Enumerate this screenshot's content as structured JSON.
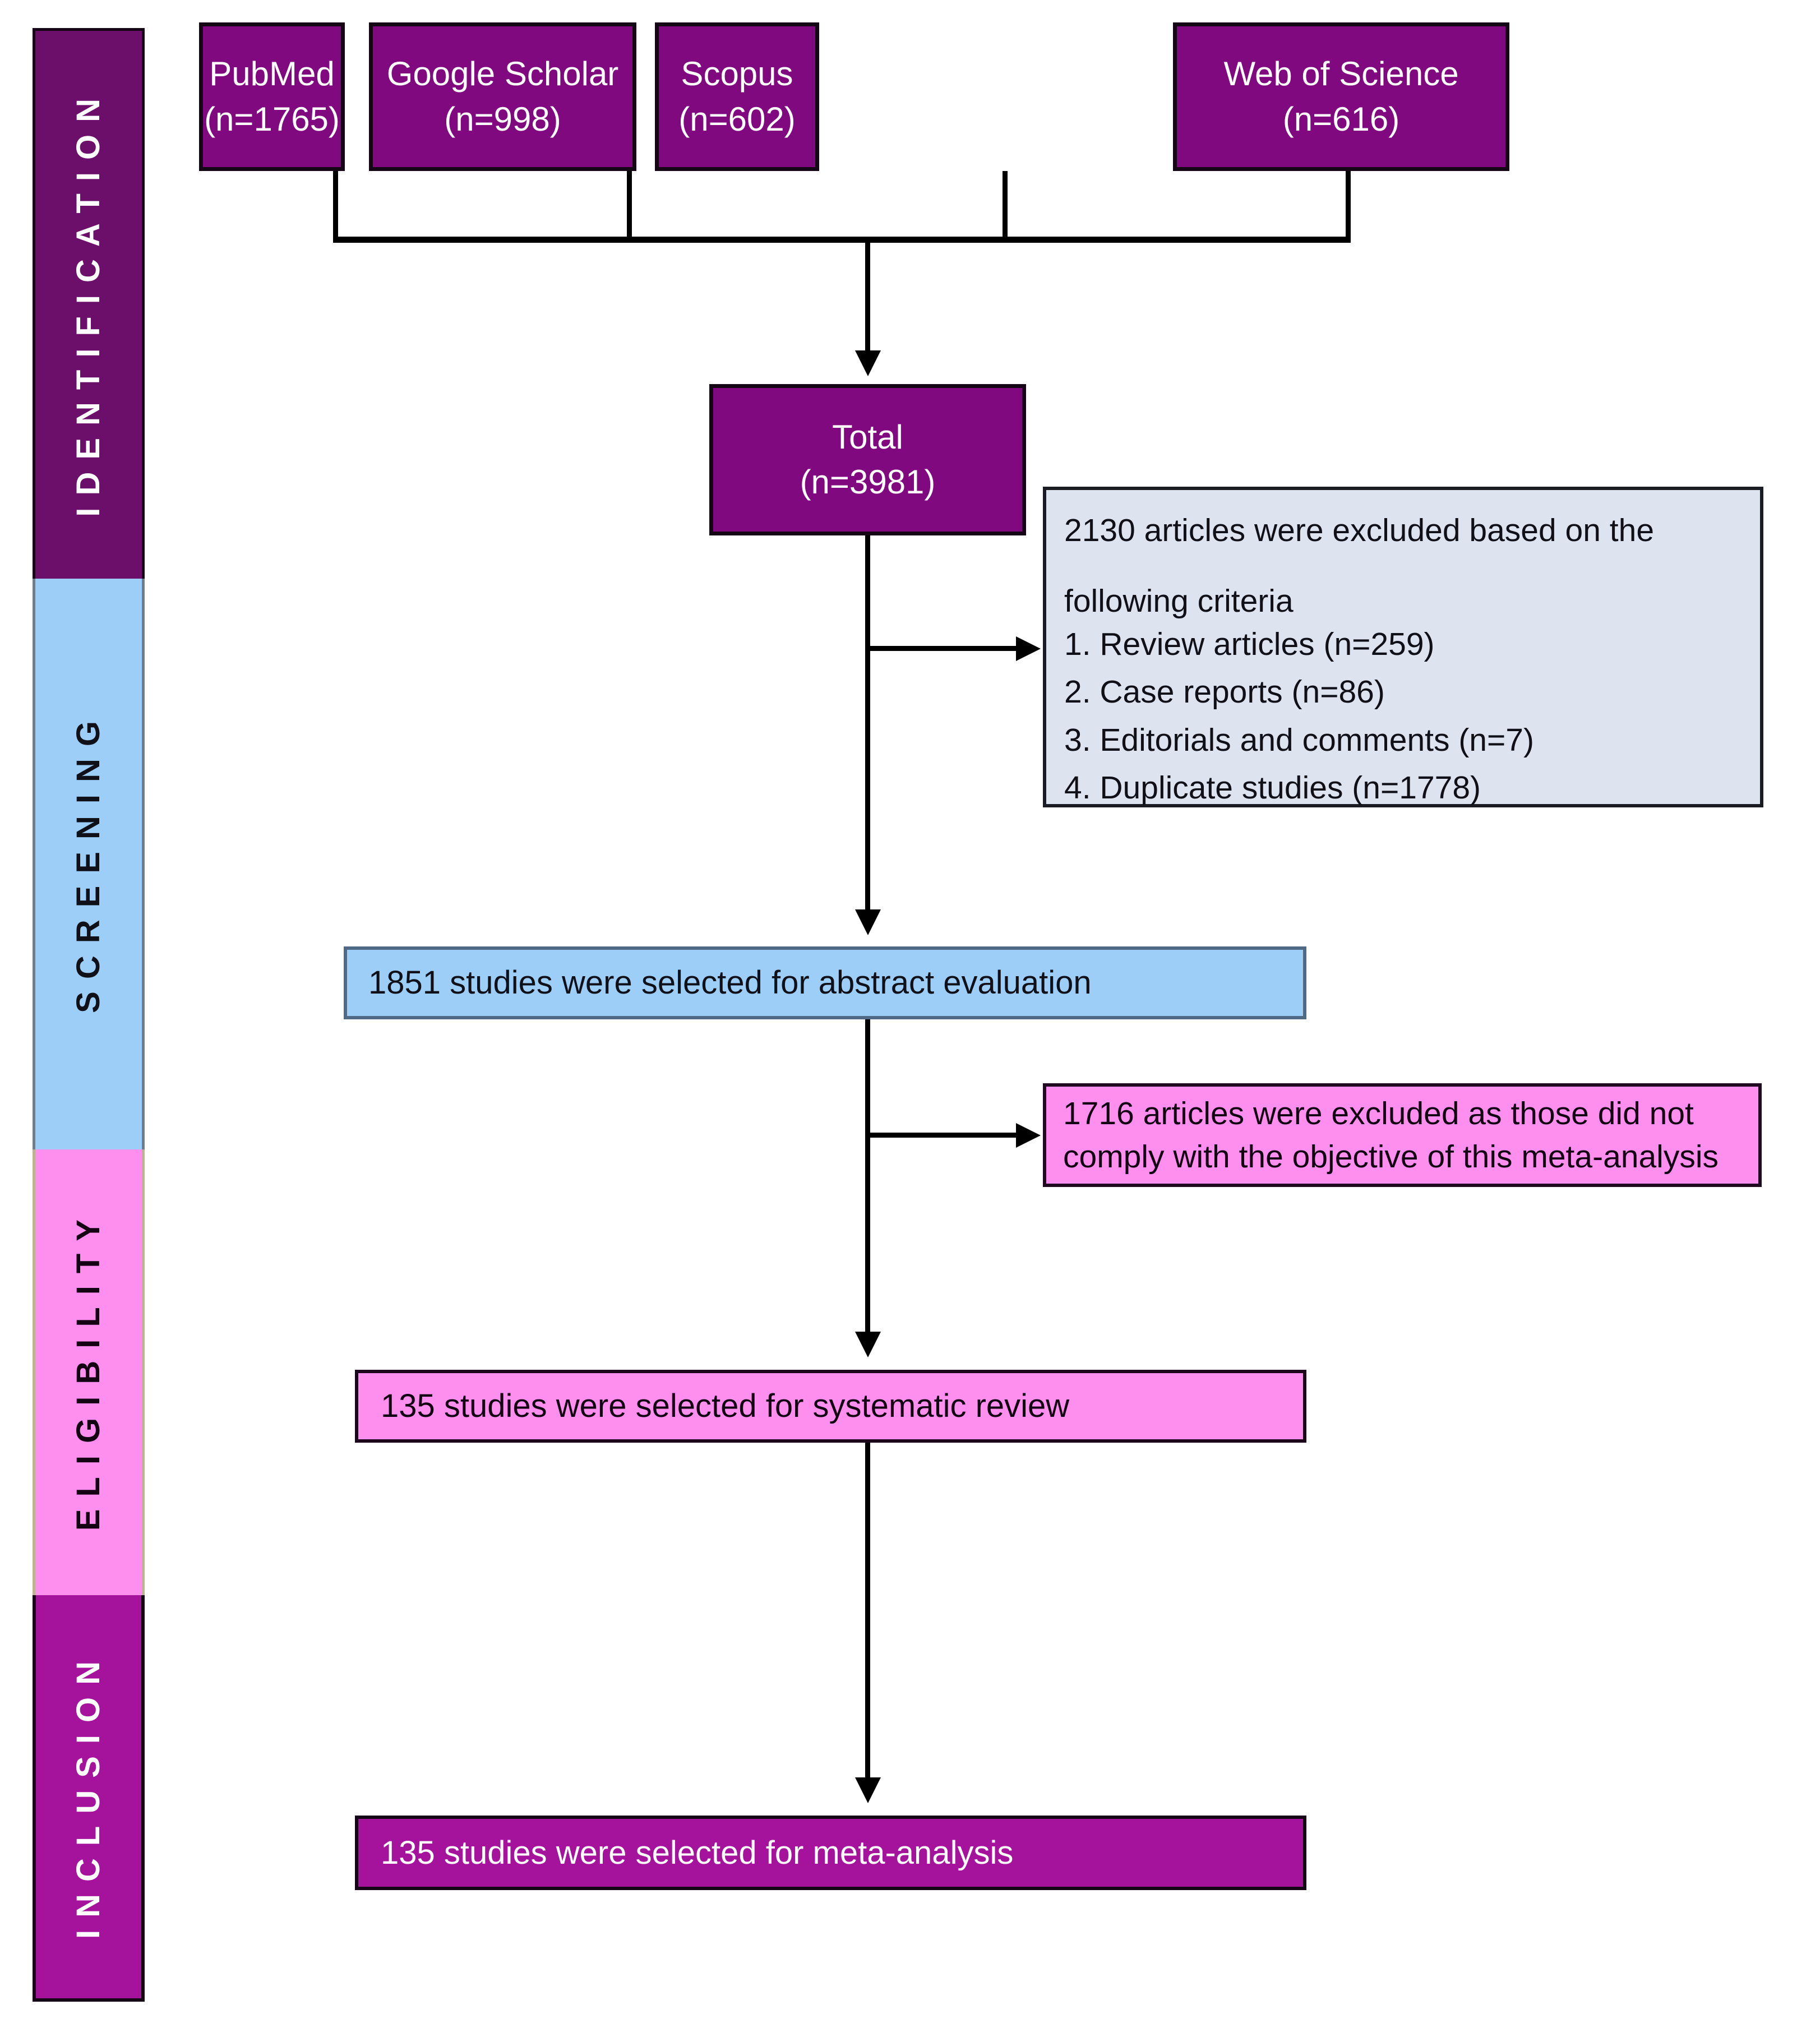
{
  "diagram": {
    "title": "PRISMA flow diagram of study selection",
    "colors": {
      "identification_bar": "#6B0F6B",
      "screening_bar": "#9CCEF8",
      "eligibility_bar": "#FF8FEF",
      "inclusion_bar": "#A5129C",
      "source_box": "#80097F",
      "total_box": "#80097F",
      "exclusion_criteria_box": "#DDE4F0",
      "abstract_box": "#9CCEF8",
      "exclusion_objective_box": "#FF8FEF",
      "systematic_box": "#FF8FEF",
      "meta_box": "#A5129C",
      "connector": "#000000"
    }
  },
  "phases": [
    {
      "id": "identification",
      "label": "IDENTIFICATION"
    },
    {
      "id": "screening",
      "label": "SCREENING"
    },
    {
      "id": "eligibility",
      "label": "ELIGIBILITY"
    },
    {
      "id": "inclusion",
      "label": "INCLUSION"
    }
  ],
  "sources": [
    {
      "name": "PubMed",
      "count": "(n=1765)",
      "n": 1765
    },
    {
      "name": "Google Scholar",
      "count": "(n=998)",
      "n": 998
    },
    {
      "name": "Scopus",
      "count": "(n=602)",
      "n": 602
    },
    {
      "name": "Web of Science",
      "count": "(n=616)",
      "n": 616
    }
  ],
  "total": {
    "label": "Total",
    "count": "(n=3981)",
    "n": 3981
  },
  "exclusion_criteria": {
    "heading_line1": "2130 articles were excluded based on the",
    "heading_line2": "following criteria",
    "excluded_n": 2130,
    "items": [
      {
        "text": "1. Review articles (n=259)",
        "n": 259
      },
      {
        "text": "2. Case reports (n=86)",
        "n": 86
      },
      {
        "text": "3. Editorials and comments (n=7)",
        "n": 7
      },
      {
        "text": "4. Duplicate studies (n=1778)",
        "n": 1778
      }
    ]
  },
  "abstract_stage": {
    "text": "1851 studies were selected for abstract evaluation",
    "n": 1851
  },
  "exclusion_objective": {
    "line1": "1716 articles were excluded as those did not",
    "line2": "comply with the objective of this meta-analysis",
    "n": 1716
  },
  "systematic_review": {
    "text": "135 studies were selected for systematic review",
    "n": 135
  },
  "meta_analysis": {
    "text": "135 studies were selected for meta-analysis",
    "n": 135
  },
  "chart_data": {
    "type": "diagram",
    "title": "PRISMA study selection flow",
    "stages": [
      {
        "stage": "PubMed",
        "value": 1765
      },
      {
        "stage": "Google Scholar",
        "value": 998
      },
      {
        "stage": "Scopus",
        "value": 602
      },
      {
        "stage": "Web of Science",
        "value": 616
      },
      {
        "stage": "Total identified",
        "value": 3981
      },
      {
        "stage": "Excluded (criteria)",
        "value": 2130
      },
      {
        "stage": "Abstract evaluation",
        "value": 1851
      },
      {
        "stage": "Excluded (objective mismatch)",
        "value": 1716
      },
      {
        "stage": "Systematic review",
        "value": 135
      },
      {
        "stage": "Meta-analysis",
        "value": 135
      }
    ]
  }
}
